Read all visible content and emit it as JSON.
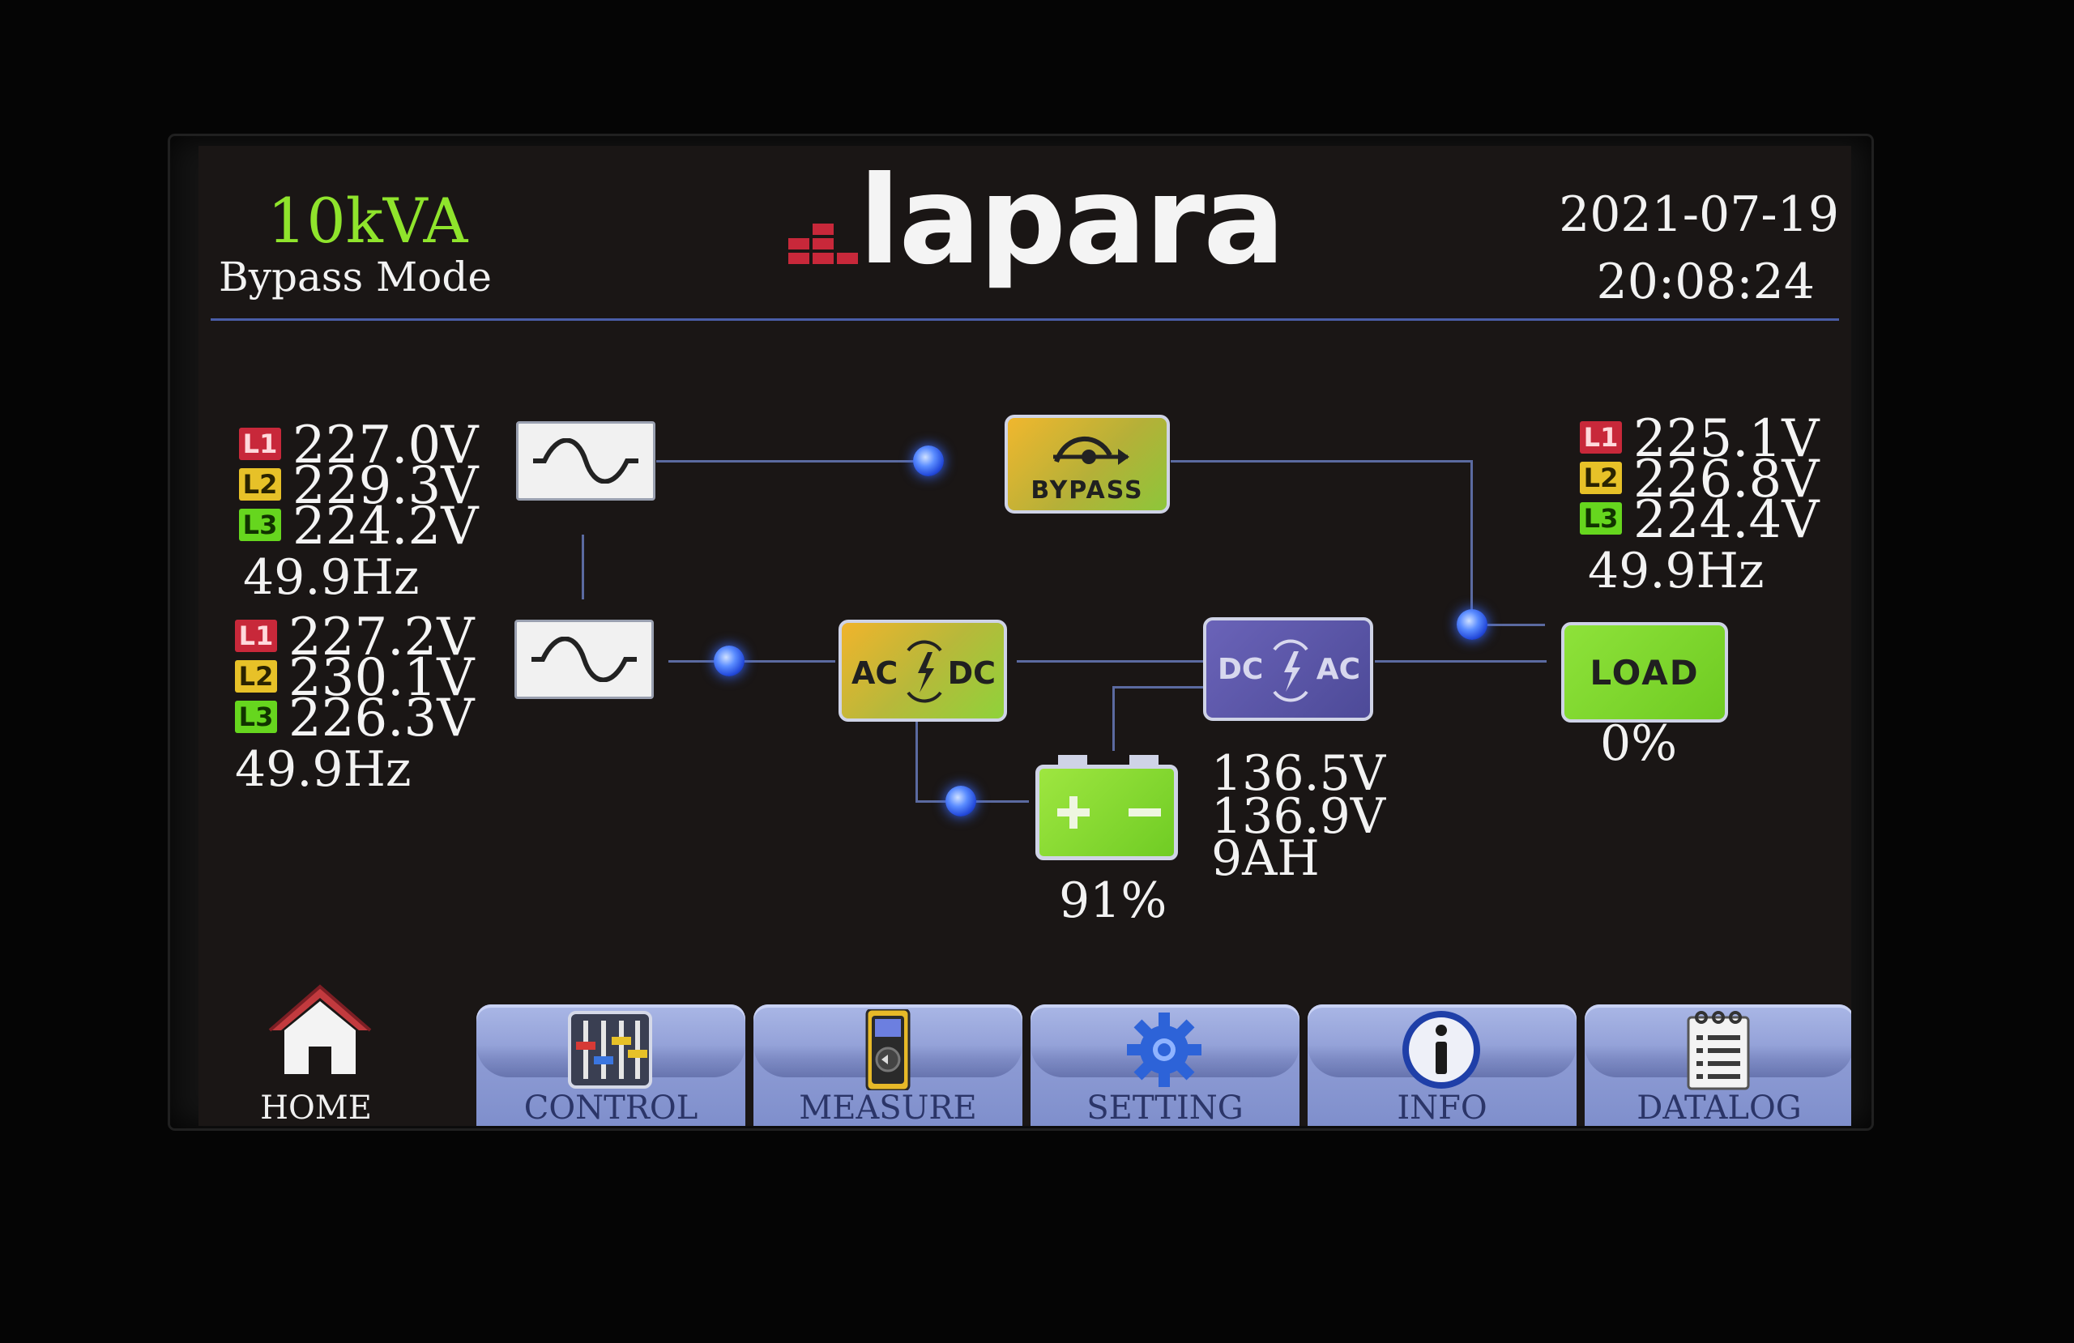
{
  "header": {
    "rating": "10kVA",
    "mode": "Bypass Mode",
    "brand": "lapara",
    "date": "2021-07-19",
    "time": "20:08:24"
  },
  "colors": {
    "accent_green": "#8fe42c",
    "wire": "#5b6aa0",
    "flow_dot": "#2f63ff",
    "nav_button": "#8d9bd4",
    "logo_red": "#c8283a"
  },
  "input_main": {
    "phases": [
      {
        "tag": "L1",
        "voltage": "227.0V"
      },
      {
        "tag": "L2",
        "voltage": "229.3V"
      },
      {
        "tag": "L3",
        "voltage": "224.2V"
      }
    ],
    "frequency": "49.9Hz"
  },
  "input_bypass": {
    "phases": [
      {
        "tag": "L1",
        "voltage": "227.2V"
      },
      {
        "tag": "L2",
        "voltage": "230.1V"
      },
      {
        "tag": "L3",
        "voltage": "226.3V"
      }
    ],
    "frequency": "49.9Hz"
  },
  "output": {
    "phases": [
      {
        "tag": "L1",
        "voltage": "225.1V"
      },
      {
        "tag": "L2",
        "voltage": "226.8V"
      },
      {
        "tag": "L3",
        "voltage": "224.4V"
      }
    ],
    "frequency": "49.9Hz"
  },
  "diagram": {
    "bypass_label": "BYPASS",
    "rectifier_ac": "AC",
    "rectifier_dc": "DC",
    "inverter_dc": "DC",
    "inverter_ac": "AC",
    "load_label": "LOAD",
    "load_percent": "0%",
    "battery_percent": "91%",
    "battery_voltage_pos": "136.5V",
    "battery_voltage_neg": "136.9V",
    "battery_capacity": "9AH"
  },
  "nav": [
    {
      "label": "HOME",
      "icon": "home-icon"
    },
    {
      "label": "CONTROL",
      "icon": "sliders-icon"
    },
    {
      "label": "MEASURE",
      "icon": "multimeter-icon"
    },
    {
      "label": "SETTING",
      "icon": "gear-icon"
    },
    {
      "label": "INFO",
      "icon": "info-icon"
    },
    {
      "label": "DATALOG",
      "icon": "notepad-icon"
    }
  ]
}
